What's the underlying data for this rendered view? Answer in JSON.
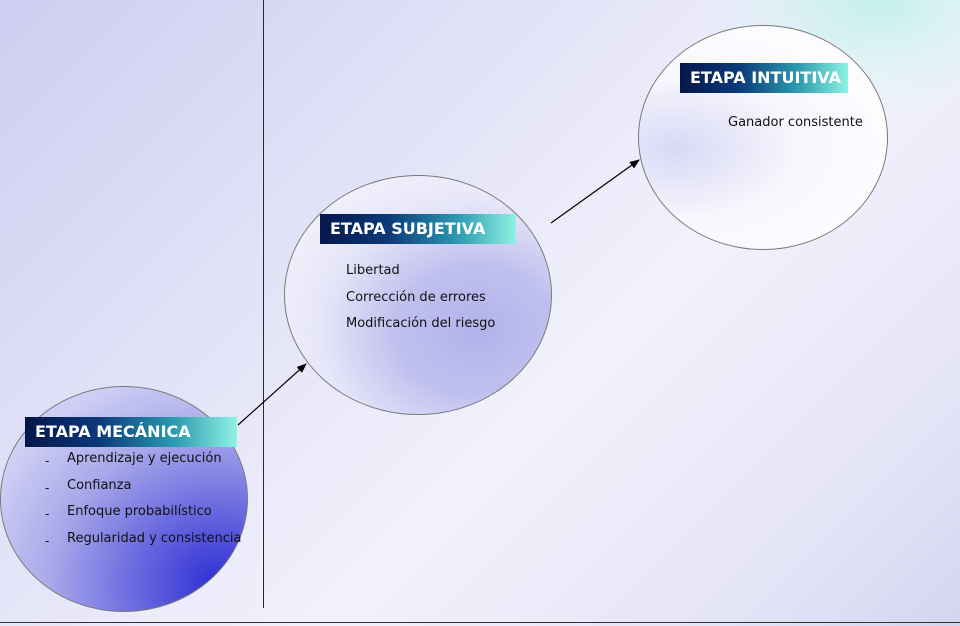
{
  "stages": {
    "mechanical": {
      "title": "ETAPA MECÁNICA",
      "bullet": "-",
      "items": [
        "Aprendizaje y ejecución",
        "Confianza",
        "Enfoque probabilístico",
        "Regularidad y consistencia"
      ]
    },
    "subjective": {
      "title": "ETAPA SUBJETIVA",
      "items": [
        "Libertad",
        "Corrección de errores",
        "Modificación del riesgo"
      ]
    },
    "intuitive": {
      "title": "ETAPA INTUITIVA",
      "items": [
        "Ganador consistente"
      ]
    }
  },
  "colors": {
    "title_gradient_start": "#06164a",
    "title_gradient_end": "#8ff2e4",
    "title_text": "#ffffff",
    "arrow": "#000000"
  }
}
